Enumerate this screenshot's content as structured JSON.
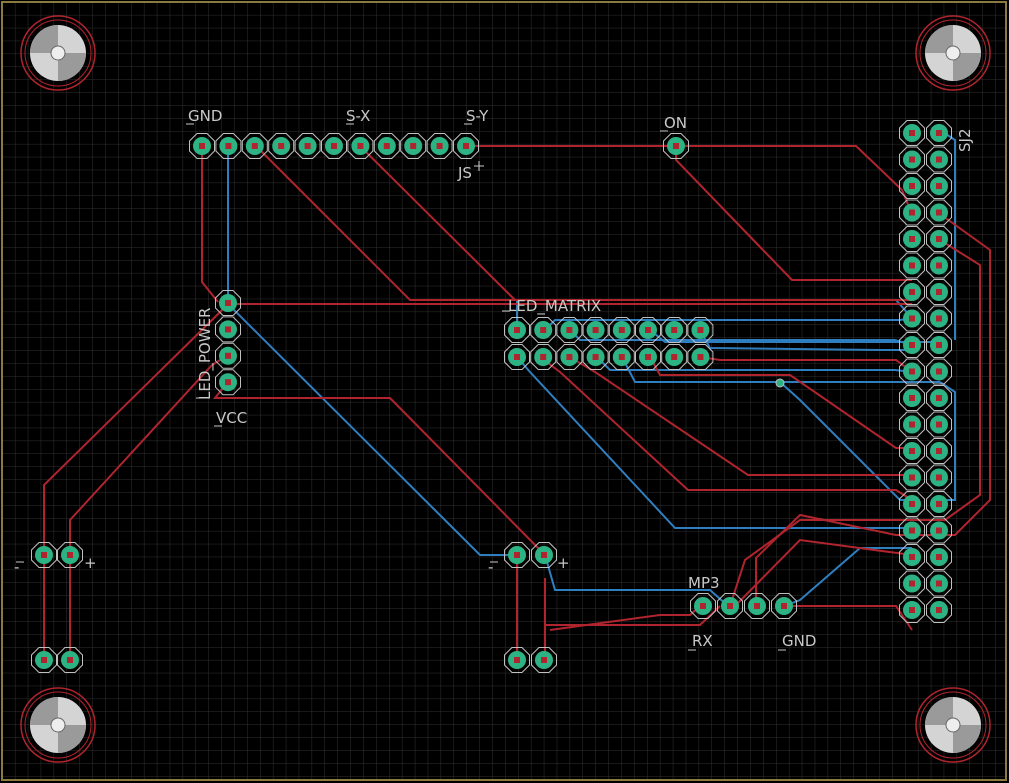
{
  "colors": {
    "background": "#000000",
    "grid": "#303030",
    "outline": "#8a7a40",
    "top_trace": "#b0242e",
    "bottom_trace": "#2f7fc0",
    "pad": "#2db383",
    "pad_outline": "#c0c0c0",
    "drill": "#b0242e",
    "label": "#c8c8c8",
    "mount_ring": "#b0242e"
  },
  "labels": {
    "gnd_top": "GND",
    "sx": "S-X",
    "sy": "S-Y",
    "js": "JS",
    "on": "ON",
    "led_matrix": "LED_MATRIX",
    "led_power": "LED_POWER",
    "vcc": "VCC",
    "mp3": "MP3",
    "rx": "RX",
    "gnd_mp3": "GND",
    "sj2": "SJ2",
    "minus_left": "-",
    "plus_left": "+",
    "minus_mid": "-",
    "plus_mid": "+"
  },
  "components": {
    "header_js": {
      "pins": 11
    },
    "on_switch": {
      "pins": 1
    },
    "led_power": {
      "pins": 4
    },
    "led_matrix": {
      "rows": 2,
      "cols": 8
    },
    "sj2": {
      "rows": 19,
      "cols": 2
    },
    "mp3": {
      "pins": 4
    },
    "battery_left_top": {
      "pins": 2
    },
    "battery_left_bottom": {
      "pins": 2
    },
    "battery_mid_top": {
      "pins": 2
    },
    "battery_mid_bottom": {
      "pins": 2
    }
  },
  "mounting_holes": [
    "top-left",
    "top-right",
    "bottom-left",
    "bottom-right"
  ]
}
